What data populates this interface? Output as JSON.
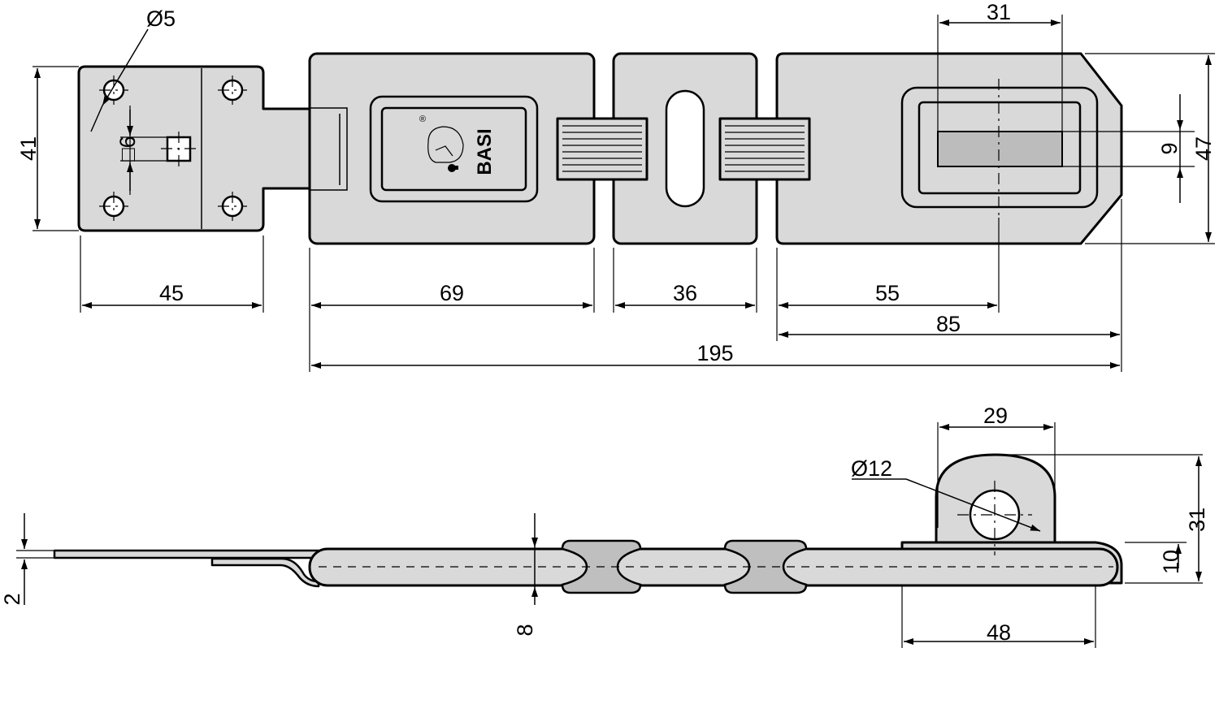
{
  "top_view": {
    "dimensions": {
      "hole_diameter": "Ø5",
      "square_size": "□6",
      "plate_height": "41",
      "plate_width": "45",
      "hinge_leaf_length": "69",
      "middle_link_length": "36",
      "slot_offset": "55",
      "staple_plate_length": "85",
      "overall_length": "195",
      "slot_length": "31",
      "slot_width": "9",
      "staple_plate_height": "47"
    },
    "brand_logo": "BASI",
    "registered_mark": "®"
  },
  "side_view": {
    "dimensions": {
      "eye_width": "29",
      "eye_diameter": "Ø12",
      "eye_height": "31",
      "base_height": "10",
      "base_length": "48",
      "plate_thickness": "2",
      "body_thickness": "8"
    }
  },
  "colors": {
    "part_fill": "#d9d9d9",
    "hinge_fill": "#bfbfbf",
    "line": "#000000"
  }
}
